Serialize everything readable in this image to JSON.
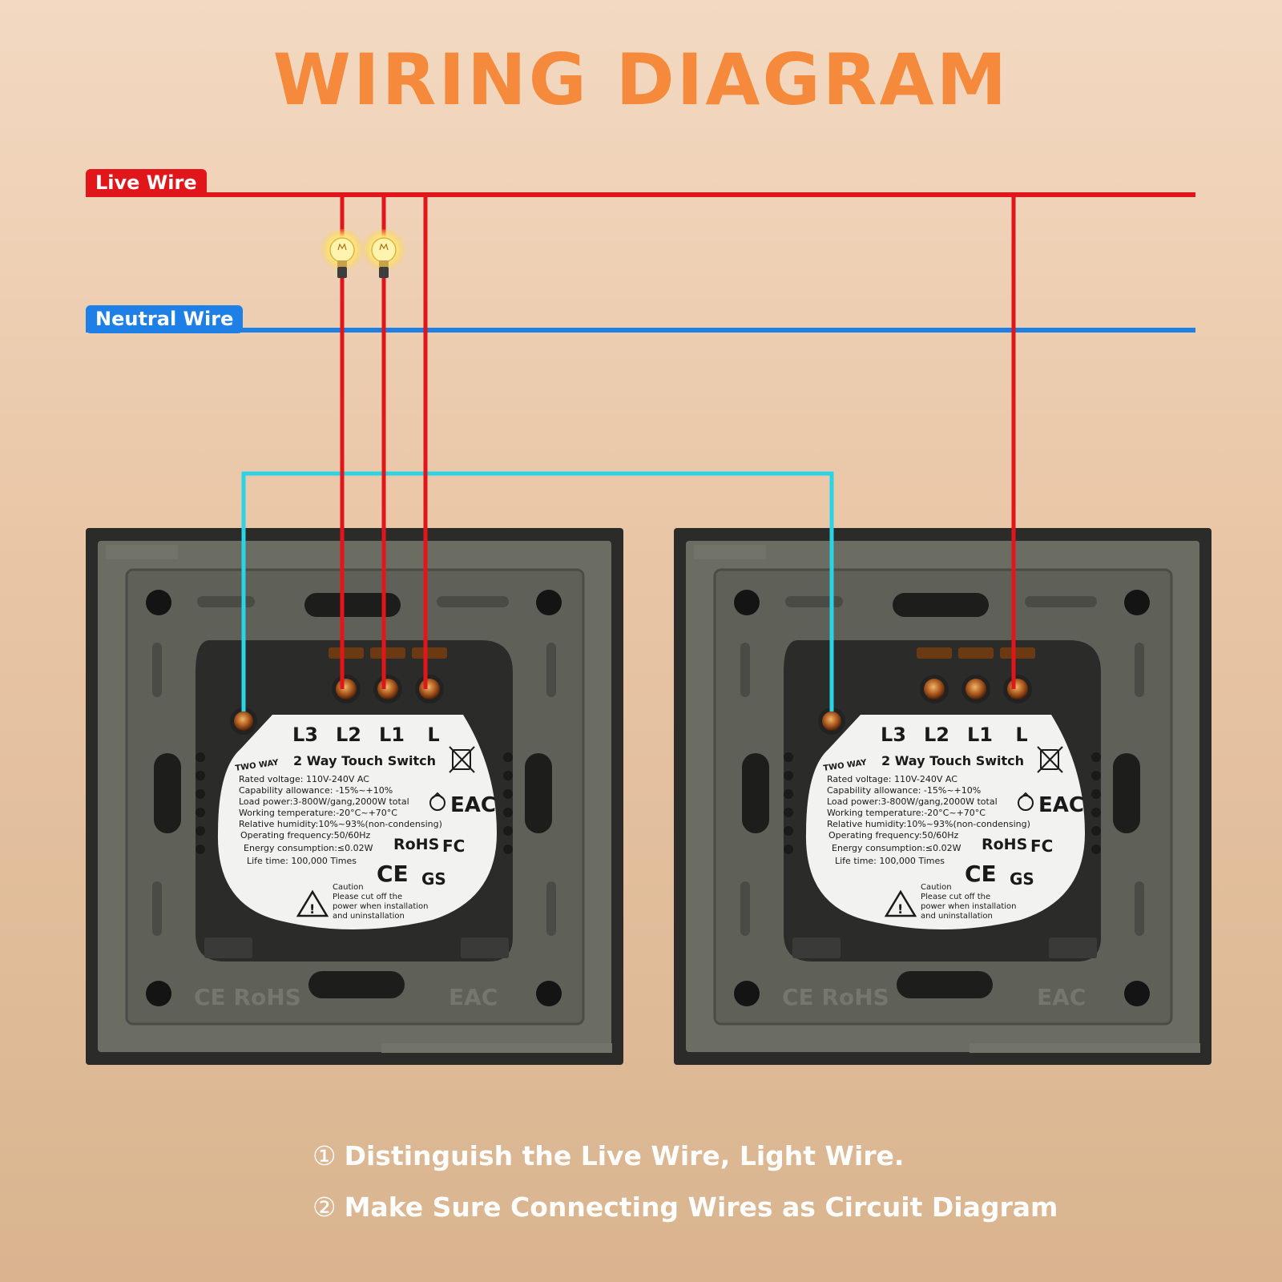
{
  "title": "WIRING DIAGRAM",
  "wires": {
    "live": {
      "label": "Live Wire",
      "color": "#e0161b"
    },
    "neutral": {
      "label": "Neutral  Wire",
      "color": "#1e7fe6"
    },
    "traveler": {
      "color": "#2ad4e6"
    }
  },
  "switches": [
    {
      "terminals": [
        "L3",
        "L2",
        "L1",
        "L"
      ],
      "two_way": "TWO WAY",
      "name": "2 Way Touch Switch",
      "specs": [
        "Rated voltage: 110V-240V AC",
        "Capability allowance: -15%~+10%",
        "Load power:3-800W/gang,2000W total",
        "Working temperature:-20°C~+70°C",
        "Relative humidity:10%~93%(non-condensing)",
        "Operating frequency:50/60Hz",
        "Energy consumption:≤0.02W",
        "Life time: 100,000 Times"
      ],
      "caution": [
        "Caution",
        "Please cut off the",
        "power when installation",
        "and uninstallation"
      ],
      "marks": {
        "rohs": "RoHS",
        "fc": "FC",
        "ce": "CE",
        "gs": "GS",
        "eac": "EAC"
      },
      "frame_marks": {
        "ce_rohs": "CE RoHS",
        "eac": "EAC"
      }
    },
    {
      "terminals": [
        "L3",
        "L2",
        "L1",
        "L"
      ],
      "two_way": "TWO WAY",
      "name": "2 Way Touch Switch",
      "specs": [
        "Rated voltage: 110V-240V AC",
        "Capability allowance: -15%~+10%",
        "Load power:3-800W/gang,2000W total",
        "Working temperature:-20°C~+70°C",
        "Relative humidity:10%~93%(non-condensing)",
        "Operating frequency:50/60Hz",
        "Energy consumption:≤0.02W",
        "Life time: 100,000 Times"
      ],
      "caution": [
        "Caution",
        "Please cut off the",
        "power when installation",
        "and uninstallation"
      ],
      "marks": {
        "rohs": "RoHS",
        "fc": "FC",
        "ce": "CE",
        "gs": "GS",
        "eac": "EAC"
      },
      "frame_marks": {
        "ce_rohs": "CE RoHS",
        "eac": "EAC"
      }
    }
  ],
  "icons": [
    "light-bulb-icon",
    "light-bulb-icon",
    "warning-icon",
    "recycle-icon",
    "weee-bin-icon"
  ],
  "steps": [
    {
      "num": "①",
      "text": "Distinguish the Live Wire, Light Wire."
    },
    {
      "num": "②",
      "text": "Make Sure Connecting Wires as Circuit Diagram"
    }
  ]
}
